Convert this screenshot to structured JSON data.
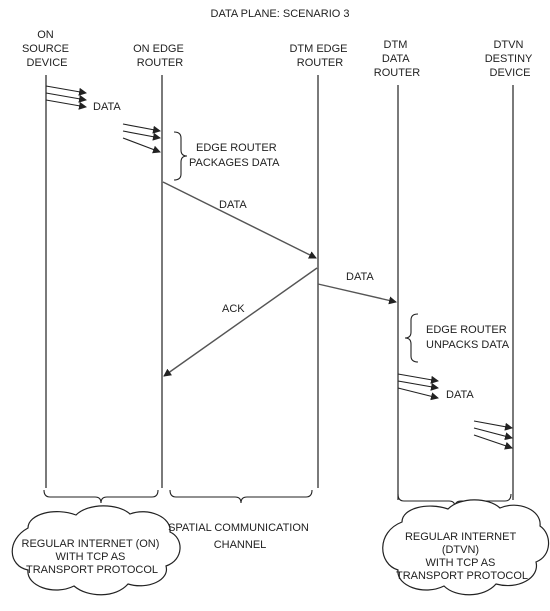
{
  "title": "DATA PLANE: SCENARIO 3",
  "participants": [
    {
      "id": "on-source-device",
      "lines": [
        "ON",
        "SOURCE",
        "DEVICE"
      ]
    },
    {
      "id": "on-edge-router",
      "lines": [
        "ON EDGE",
        "ROUTER"
      ]
    },
    {
      "id": "dtm-edge-router",
      "lines": [
        "DTM EDGE",
        "ROUTER"
      ]
    },
    {
      "id": "dtm-data-router",
      "lines": [
        "DTM",
        "DATA",
        "ROUTER"
      ]
    },
    {
      "id": "dtvn-destiny-device",
      "lines": [
        "DTVN",
        "DESTINY",
        "DEVICE"
      ]
    }
  ],
  "messages": {
    "data_1": "DATA",
    "data_2": "DATA",
    "ack": "ACK",
    "data_3": "DATA",
    "data_4": "DATA"
  },
  "notes": {
    "packages": [
      "EDGE ROUTER",
      "PACKAGES DATA"
    ],
    "unpacks": [
      "EDGE ROUTER",
      "UNPACKS DATA"
    ]
  },
  "zones": {
    "left_cloud": [
      "REGULAR INTERNET (ON)",
      "WITH TCP AS",
      "TRANSPORT PROTOCOL"
    ],
    "middle": [
      "SPATIAL COMMUNICATION",
      "CHANNEL"
    ],
    "right_cloud": [
      "REGULAR INTERNET",
      "(DTVN)",
      "WITH TCP AS",
      "TRANSPORT PROTOCOL"
    ]
  },
  "colors": {
    "lifeline": "#222222",
    "arrow": "#555555",
    "text": "#222222"
  }
}
